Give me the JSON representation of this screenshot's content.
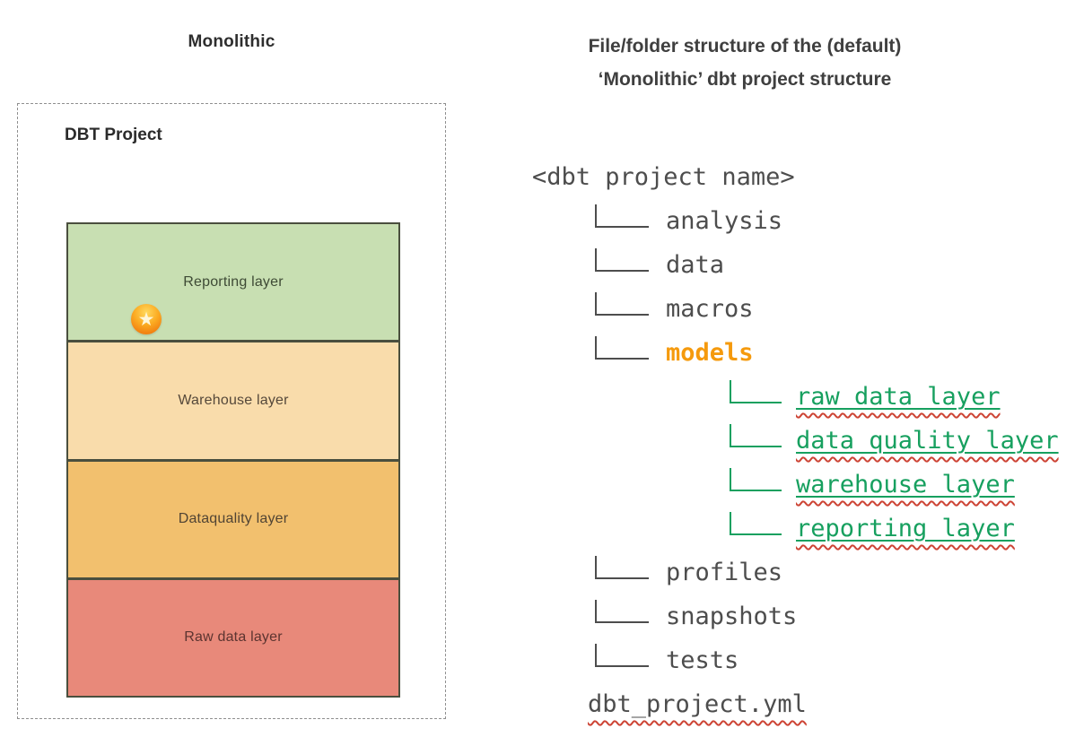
{
  "left": {
    "title": "Monolithic",
    "box_label": "DBT Project",
    "layers": [
      {
        "label": "Reporting layer",
        "color": "#c8dfb2",
        "text_color": "#3e4a35",
        "has_star": true
      },
      {
        "label": "Warehouse layer",
        "color": "#f9dcab",
        "text_color": "#55483a",
        "has_star": false
      },
      {
        "label": "Dataquality layer",
        "color": "#f2c06e",
        "text_color": "#514434",
        "has_star": false
      },
      {
        "label": "Raw data layer",
        "color": "#e8897a",
        "text_color": "#5c3430",
        "has_star": false
      }
    ]
  },
  "right": {
    "title_line1": "File/folder structure of the (default)",
    "title_line2": "‘Monolithic’ dbt project structure",
    "tree": {
      "root": "<dbt project name>",
      "items": [
        {
          "label": "analysis",
          "level": 1,
          "style": "plain"
        },
        {
          "label": "data",
          "level": 1,
          "style": "plain"
        },
        {
          "label": "macros",
          "level": 1,
          "style": "plain"
        },
        {
          "label": "models",
          "level": 1,
          "style": "models"
        },
        {
          "label": "raw data layer",
          "level": 2,
          "style": "layer"
        },
        {
          "label": "data quality layer",
          "level": 2,
          "style": "layer"
        },
        {
          "label": "warehouse layer",
          "level": 2,
          "style": "layer"
        },
        {
          "label": "reporting layer",
          "level": 2,
          "style": "layer"
        },
        {
          "label": "profiles",
          "level": 1,
          "style": "plain"
        },
        {
          "label": "snapshots",
          "level": 1,
          "style": "plain"
        },
        {
          "label": "tests",
          "level": 1,
          "style": "plain"
        },
        {
          "label": "dbt_project.yml",
          "level": 0,
          "style": "file"
        }
      ]
    }
  },
  "icons": {
    "star": "★"
  },
  "colors": {
    "tree_gray": "#4d4d4d",
    "models_orange": "#f59a0d",
    "layer_green": "#17a05f",
    "squiggle_red": "#cd4435",
    "layer_border": "#4a4f3e"
  }
}
